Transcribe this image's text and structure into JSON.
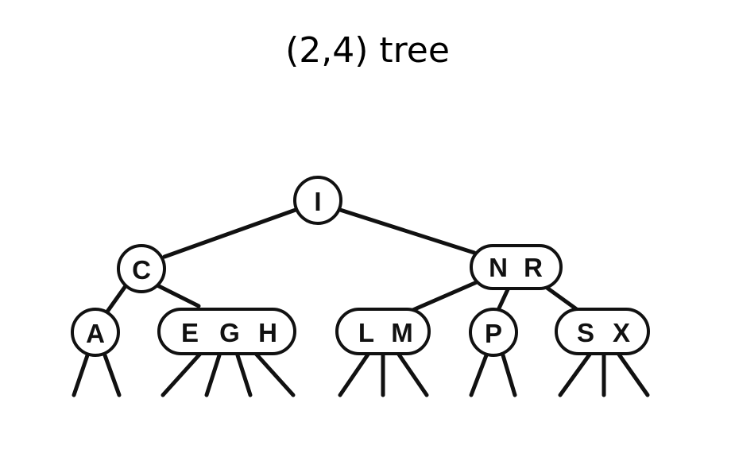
{
  "title": "(2,4) tree",
  "nodes": {
    "root": {
      "keys": [
        "I"
      ]
    },
    "c": {
      "keys": [
        "C"
      ]
    },
    "nr": {
      "keys": [
        "N",
        "R"
      ]
    },
    "a": {
      "keys": [
        "A"
      ]
    },
    "egh": {
      "keys": [
        "E",
        "G",
        "H"
      ]
    },
    "lm": {
      "keys": [
        "L",
        "M"
      ]
    },
    "p": {
      "keys": [
        "P"
      ]
    },
    "sx": {
      "keys": [
        "S",
        "X"
      ]
    }
  }
}
